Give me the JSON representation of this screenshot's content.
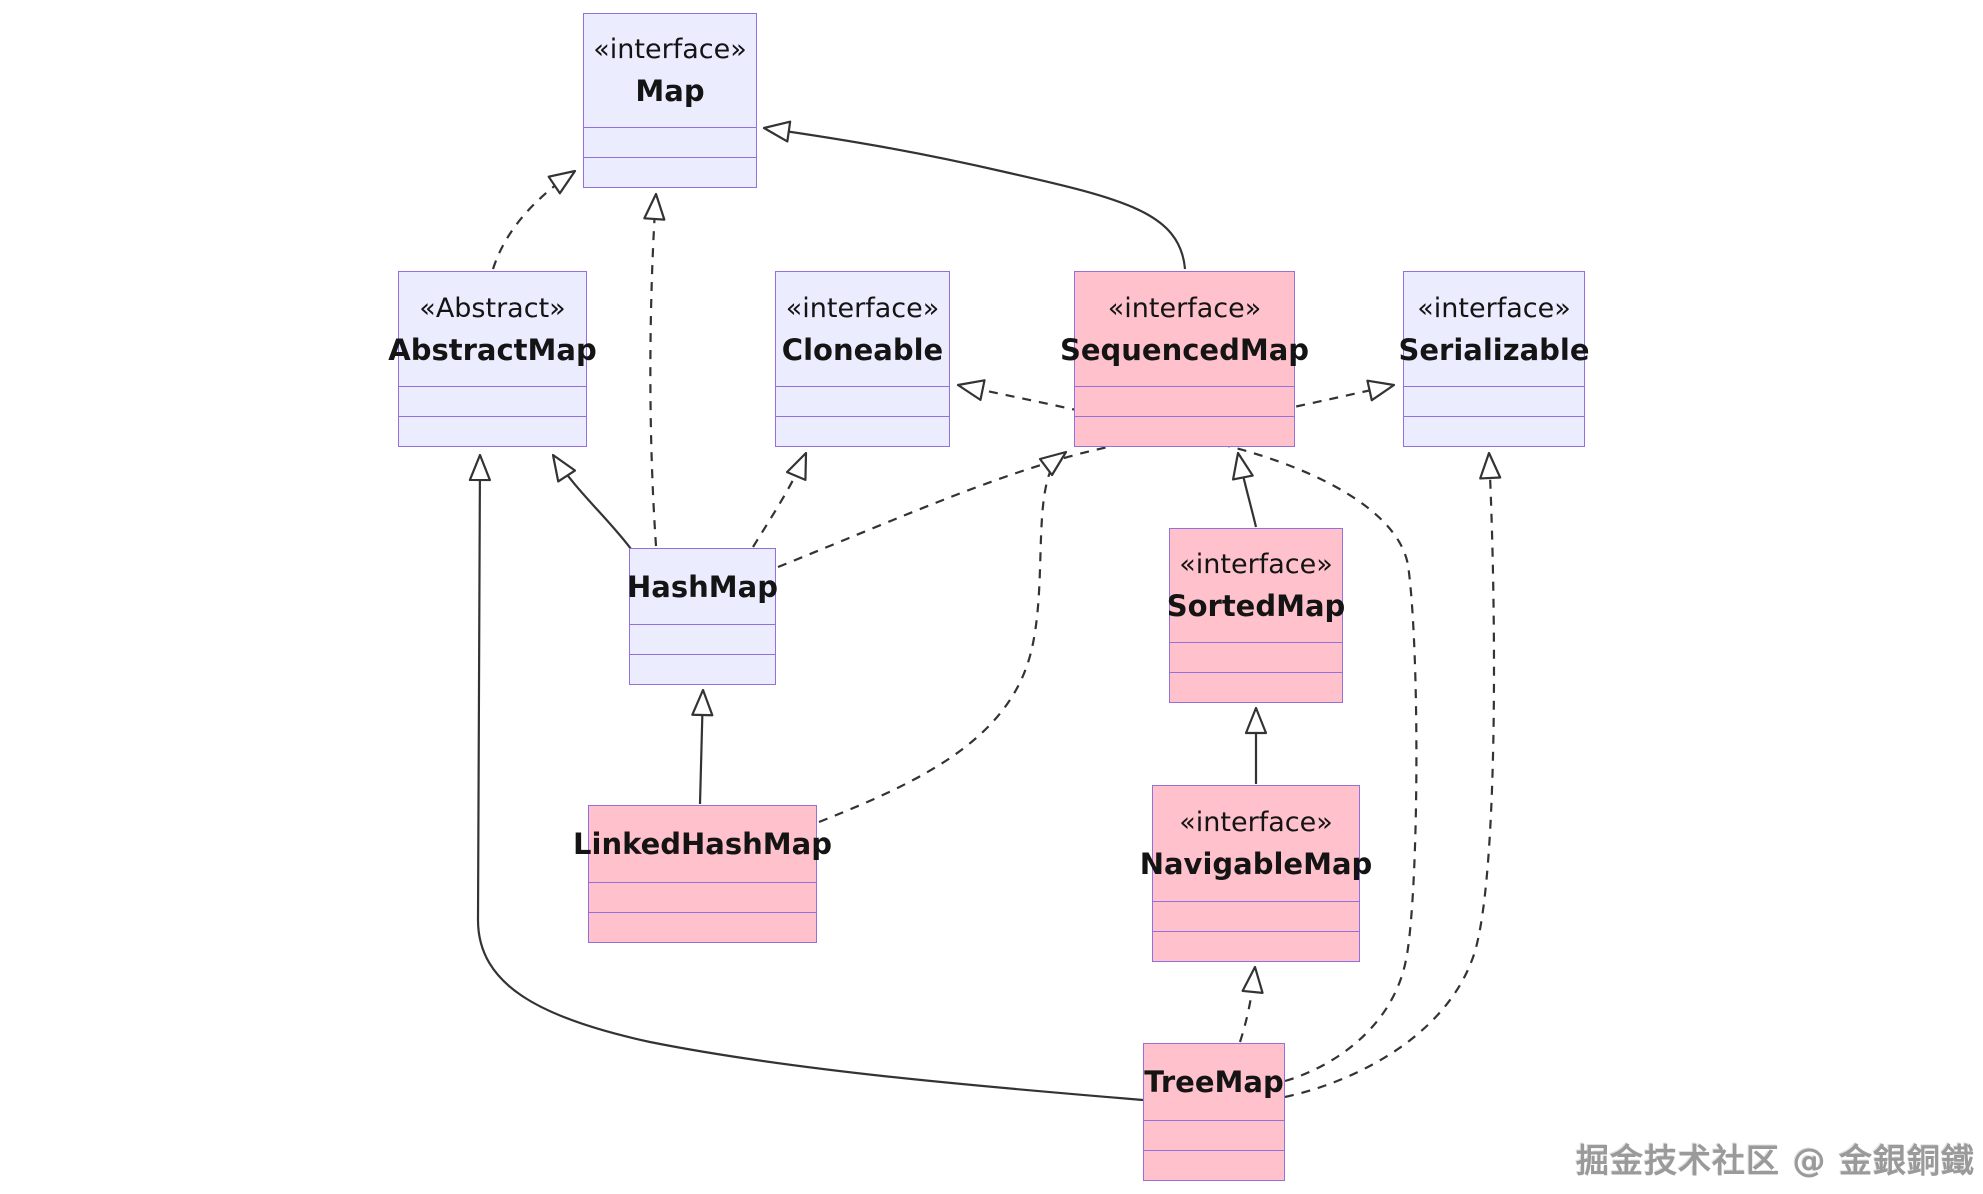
{
  "diagram": {
    "type": "uml-class-diagram",
    "nodes": [
      {
        "id": "Map",
        "stereotype": "«interface»",
        "name": "Map",
        "variant": "lavender"
      },
      {
        "id": "AbstractMap",
        "stereotype": "«Abstract»",
        "name": "AbstractMap",
        "variant": "lavender"
      },
      {
        "id": "Cloneable",
        "stereotype": "«interface»",
        "name": "Cloneable",
        "variant": "lavender"
      },
      {
        "id": "SequencedMap",
        "stereotype": "«interface»",
        "name": "SequencedMap",
        "variant": "pink"
      },
      {
        "id": "Serializable",
        "stereotype": "«interface»",
        "name": "Serializable",
        "variant": "lavender"
      },
      {
        "id": "HashMap",
        "stereotype": "",
        "name": "HashMap",
        "variant": "lavender"
      },
      {
        "id": "SortedMap",
        "stereotype": "«interface»",
        "name": "SortedMap",
        "variant": "pink"
      },
      {
        "id": "LinkedHashMap",
        "stereotype": "",
        "name": "LinkedHashMap",
        "variant": "pink"
      },
      {
        "id": "NavigableMap",
        "stereotype": "«interface»",
        "name": "NavigableMap",
        "variant": "pink"
      },
      {
        "id": "TreeMap",
        "stereotype": "",
        "name": "TreeMap",
        "variant": "pink"
      }
    ],
    "edges": [
      {
        "id": "e-abstractmap-map",
        "from": "AbstractMap",
        "to": "Map",
        "relation": "realization",
        "line": "dashed",
        "arrowhead": "hollow-triangle"
      },
      {
        "id": "e-hashmap-map",
        "from": "HashMap",
        "to": "Map",
        "relation": "realization",
        "line": "dashed",
        "arrowhead": "hollow-triangle"
      },
      {
        "id": "e-sequencedmap-map",
        "from": "SequencedMap",
        "to": "Map",
        "relation": "inheritance",
        "line": "solid",
        "arrowhead": "hollow-triangle"
      },
      {
        "id": "e-hashmap-abstractmap",
        "from": "HashMap",
        "to": "AbstractMap",
        "relation": "inheritance",
        "line": "solid",
        "arrowhead": "hollow-triangle"
      },
      {
        "id": "e-treemap-abstractmap",
        "from": "TreeMap",
        "to": "AbstractMap",
        "relation": "inheritance",
        "line": "solid",
        "arrowhead": "hollow-triangle"
      },
      {
        "id": "e-hashmap-cloneable",
        "from": "HashMap",
        "to": "Cloneable",
        "relation": "realization",
        "line": "dashed",
        "arrowhead": "hollow-triangle"
      },
      {
        "id": "e-treemap-cloneable",
        "from": "TreeMap",
        "to": "Cloneable",
        "relation": "realization",
        "line": "dashed",
        "arrowhead": "hollow-triangle"
      },
      {
        "id": "e-hashmap-serializable",
        "from": "HashMap",
        "to": "Serializable",
        "relation": "realization",
        "line": "dashed",
        "arrowhead": "hollow-triangle"
      },
      {
        "id": "e-treemap-serializable",
        "from": "TreeMap",
        "to": "Serializable",
        "relation": "realization",
        "line": "dashed",
        "arrowhead": "hollow-triangle"
      },
      {
        "id": "e-linkedhashmap-sequencedmap",
        "from": "LinkedHashMap",
        "to": "SequencedMap",
        "relation": "realization",
        "line": "dashed",
        "arrowhead": "hollow-triangle"
      },
      {
        "id": "e-sortedmap-sequencedmap",
        "from": "SortedMap",
        "to": "SequencedMap",
        "relation": "inheritance",
        "line": "solid",
        "arrowhead": "hollow-triangle"
      },
      {
        "id": "e-navigablemap-sortedmap",
        "from": "NavigableMap",
        "to": "SortedMap",
        "relation": "inheritance",
        "line": "solid",
        "arrowhead": "hollow-triangle"
      },
      {
        "id": "e-treemap-navigablemap",
        "from": "TreeMap",
        "to": "NavigableMap",
        "relation": "realization",
        "line": "dashed",
        "arrowhead": "hollow-triangle"
      },
      {
        "id": "e-linkedhashmap-hashmap",
        "from": "LinkedHashMap",
        "to": "HashMap",
        "relation": "inheritance",
        "line": "solid",
        "arrowhead": "hollow-triangle"
      }
    ]
  },
  "colors": {
    "background": "#FFFFFF",
    "node_lavender_fill": "#ECECFF",
    "node_pink_fill": "#FFC2CD",
    "node_border": "#9370DB",
    "edge_line": "#333333",
    "watermark_text": "#9A9A9A"
  },
  "watermark": {
    "text": "掘金技术社区 @ 金銀銅鐵"
  }
}
